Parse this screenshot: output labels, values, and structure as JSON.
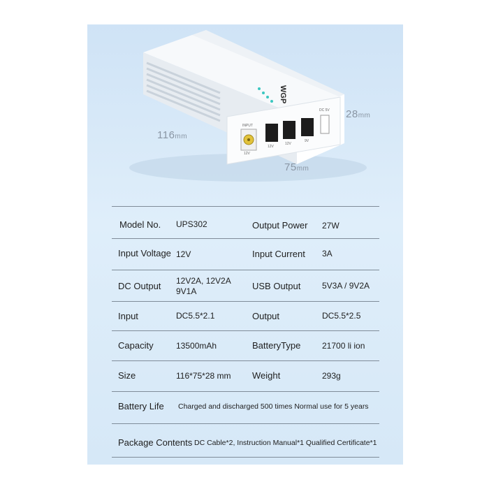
{
  "dimensions": {
    "length": "116",
    "width": "75",
    "height": "28",
    "unit": "mm"
  },
  "device": {
    "brand": "WGP",
    "ports": {
      "input": "INPUT",
      "input_voltage": "12V",
      "out1": "12V",
      "out2": "12V",
      "out3": "9V",
      "usb": "DC 5V"
    }
  },
  "specs": [
    {
      "l1": "Model No.",
      "v1": "UPS302",
      "l2": "Output Power",
      "v2": "27W"
    },
    {
      "l1": "Input Voltage",
      "v1": "12V",
      "l2": "Input Current",
      "v2": "3A"
    },
    {
      "l1": "DC Output",
      "v1a": "12V2A, 12V2A",
      "v1b": "9V1A",
      "l2": "USB Output",
      "v2": "5V3A / 9V2A"
    },
    {
      "l1": "Input",
      "v1": "DC5.5*2.1",
      "l2": "Output",
      "v2": "DC5.5*2.5"
    },
    {
      "l1": "Capacity",
      "v1": "13500mAh",
      "l2": "BatteryType",
      "v2": "21700 li ion"
    },
    {
      "l1": "Size",
      "v1": "116*75*28 mm",
      "l2": "Weight",
      "v2": "293g"
    },
    {
      "l1": "Battery Life",
      "v1": "Charged and discharged 500 times Normal use for 5 years"
    },
    {
      "l1": "Package Contents",
      "v1": "DC Cable*2, Instruction Manual*1 Qualified Certificate*1"
    }
  ]
}
